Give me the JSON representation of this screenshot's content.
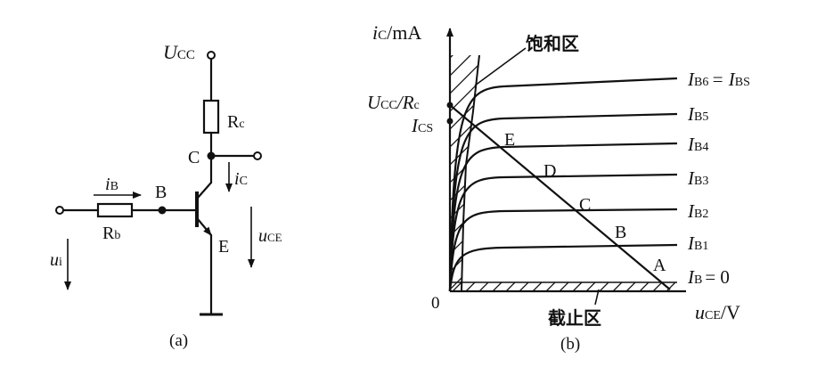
{
  "circuit": {
    "ucc": {
      "main": "U",
      "sub": "CC"
    },
    "rc": {
      "main": "R",
      "sub": "c"
    },
    "rb": {
      "main": "R",
      "sub": "b"
    },
    "node_c": "C",
    "node_b": "B",
    "node_e": "E",
    "ib": {
      "main": "i",
      "sub": "B"
    },
    "ic": {
      "main": "i",
      "sub": "C"
    },
    "uce": {
      "main": "u",
      "sub": "CE"
    },
    "ui": {
      "main": "u",
      "sub": "i"
    },
    "caption": "(a)"
  },
  "graph": {
    "yaxis": {
      "main": "i",
      "sub": "C",
      "unit": "/mA"
    },
    "xaxis": {
      "main": "u",
      "sub": "CE",
      "unit": "/V"
    },
    "origin": "0",
    "saturation_label": "饱和区",
    "cutoff_label": "截止区",
    "ucc_rc": {
      "a": "U",
      "asub": "CC",
      "mid": "/R",
      "bsub": "c"
    },
    "ics": {
      "main": "I",
      "sub": "CS"
    },
    "curves": [
      {
        "main": "I",
        "sub": "B6",
        "extra_main": "= I",
        "extra_sub": "BS"
      },
      {
        "main": "I",
        "sub": "B5"
      },
      {
        "main": "I",
        "sub": "B4"
      },
      {
        "main": "I",
        "sub": "B3"
      },
      {
        "main": "I",
        "sub": "B2"
      },
      {
        "main": "I",
        "sub": "B1"
      },
      {
        "main": "I",
        "sub": "B",
        "extra_main": "= 0"
      }
    ],
    "points": [
      "E",
      "D",
      "C",
      "B",
      "A"
    ],
    "caption": "(b)"
  }
}
